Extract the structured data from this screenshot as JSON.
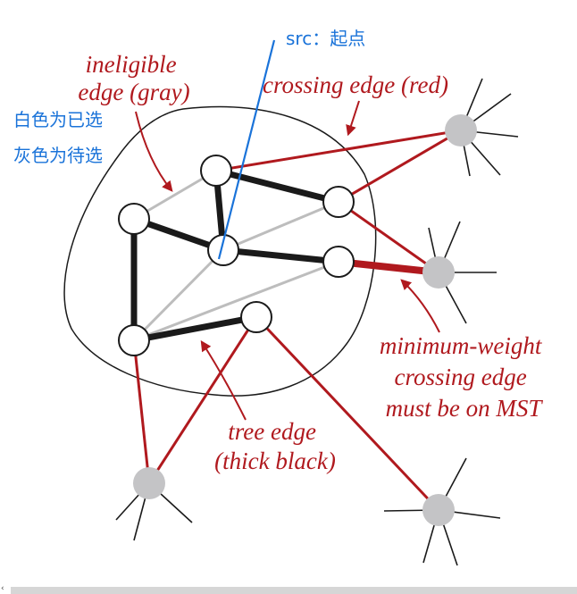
{
  "labels": {
    "ineligible": [
      "ineligible",
      "edge (gray)"
    ],
    "crossing": "crossing edge (red)",
    "minimum": [
      "minimum-weight",
      "crossing edge",
      "must be on MST"
    ],
    "tree": [
      "tree edge",
      "(thick black)"
    ],
    "src": "src：起点",
    "white_selected": "白色为已选",
    "gray_pending": "灰色为待选"
  },
  "colors": {
    "red": "#b0191e",
    "blue": "#1a73d9",
    "tree": "#1a1a1a",
    "ineligible": "#bdbdbd",
    "outside_vertex": "#c4c4c6"
  },
  "bottom_mark": "‹"
}
